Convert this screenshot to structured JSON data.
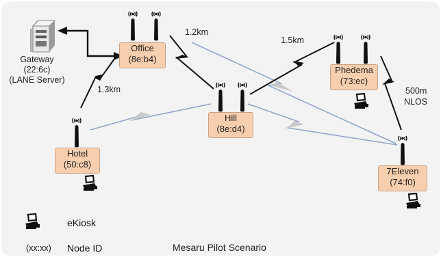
{
  "nodes": {
    "office": {
      "name": "Office",
      "id": "(8e:b4)"
    },
    "hill": {
      "name": "Hill",
      "id": "(8e:d4)"
    },
    "phedema": {
      "name": "Phedema",
      "id": "(73:ec)"
    },
    "hotel": {
      "name": "Hotel",
      "id": "(50:c8)"
    },
    "seven": {
      "name": "7Eleven",
      "id": "(74:f0)"
    }
  },
  "gateway": {
    "line1": "Gateway",
    "line2": "(22:6c)",
    "line3": "(LANE Server)"
  },
  "links": {
    "office_hill": "1.2km",
    "hill_phedema": "1.5km",
    "hotel_office": "1.3km",
    "phedema_seven_1": "500m",
    "phedema_seven_2": "NLOS"
  },
  "legend": {
    "ekiosk": "eKiosk",
    "node_id_symbol": "(xx:xx)",
    "node_id": "Node ID"
  },
  "caption": "Mesaru Pilot Scenario",
  "colors": {
    "box_fill": "#f8cfae",
    "link_blue": "#8fa5c9",
    "bolt_fill": "#cccccc"
  }
}
